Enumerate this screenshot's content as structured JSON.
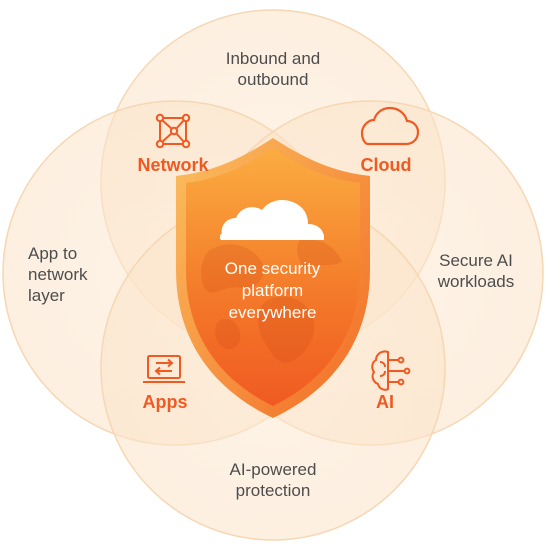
{
  "diagram": {
    "center_text": "One security\nplatform\neverywhere",
    "features": {
      "network": "Network",
      "cloud": "Cloud",
      "apps": "Apps",
      "ai": "AI"
    },
    "outer_labels": {
      "top": "Inbound and\noutbound",
      "left": "App to\nnetwork\nlayer",
      "right": "Secure AI\nworkloads",
      "bottom": "AI-powered\nprotection"
    },
    "colors": {
      "accent": "#f05a22",
      "circle_fill": "#fbe3c8",
      "circle_stroke": "#f5d3ad",
      "shield_light": "#fbad41",
      "shield_dark": "#f05a22",
      "label_text": "#4d4d4d"
    },
    "icons": {
      "network": "network-mesh-icon",
      "cloud": "cloud-outline-icon",
      "apps": "laptop-transfer-icon",
      "ai": "brain-circuit-icon",
      "logo": "cloudflare-cloud-logo"
    }
  }
}
